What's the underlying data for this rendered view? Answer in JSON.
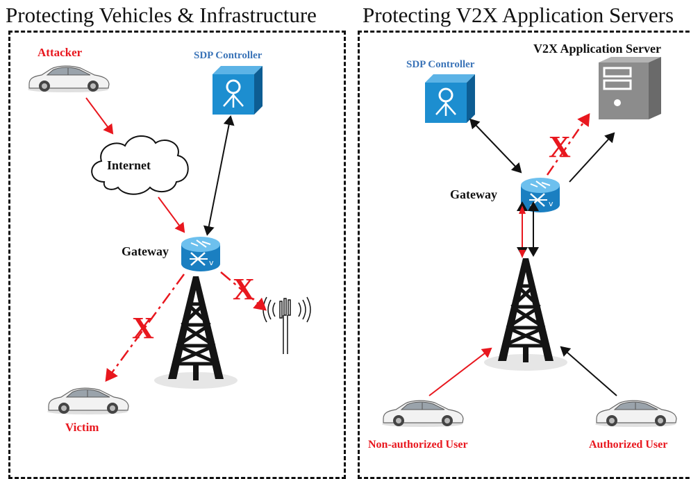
{
  "left_panel": {
    "title": "Protecting Vehicles & Infrastructure",
    "attacker_label": "Attacker",
    "internet_label": "Internet",
    "sdp_controller_label": "SDP Controller",
    "gateway_label": "Gateway",
    "victim_label": "Victim",
    "blocked_marks": [
      "X",
      "X"
    ]
  },
  "right_panel": {
    "title": "Protecting V2X Application Servers",
    "server_label": "V2X Application Server",
    "sdp_controller_label": "SDP Controller",
    "gateway_label": "Gateway",
    "non_authorized_label": "Non-authorized User",
    "authorized_label": "Authorized User",
    "blocked_marks": [
      "X"
    ]
  },
  "colors": {
    "attack": "#e8171e",
    "allowed": "#111111",
    "device_blue": "#1d8ed0",
    "label_blue": "#3b74b8",
    "server_gray": "#8c8c8c"
  },
  "icons": [
    "car-icon",
    "cloud-icon",
    "sdp-controller-icon",
    "router-icon",
    "cell-tower-icon",
    "antenna-icon",
    "server-icon"
  ]
}
